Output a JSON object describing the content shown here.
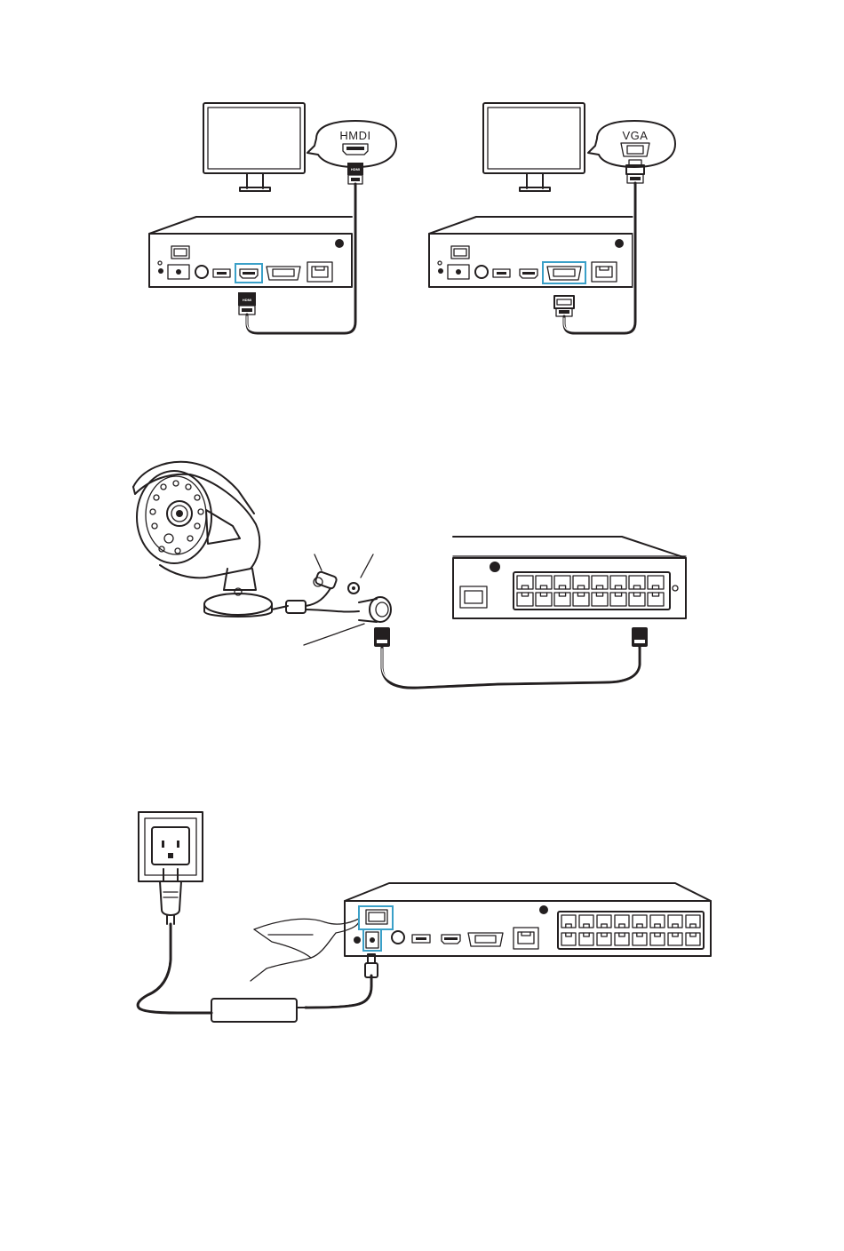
{
  "diagram_hdmi": {
    "bubble_label": "HMDI",
    "connector_label": "HDMI"
  },
  "diagram_vga": {
    "bubble_label": "VGA"
  },
  "colors": {
    "line": "#231f20",
    "highlight": "#3aa0c8",
    "background": "#ffffff"
  },
  "icons": [
    "monitor-icon",
    "nvr-recorder-icon",
    "hdmi-connector-icon",
    "vga-connector-icon",
    "bullet-camera-icon",
    "network-switch-icon",
    "ethernet-cable-icon",
    "wall-outlet-icon",
    "power-plug-icon",
    "power-adapter-icon",
    "hand-pressing-icon"
  ]
}
